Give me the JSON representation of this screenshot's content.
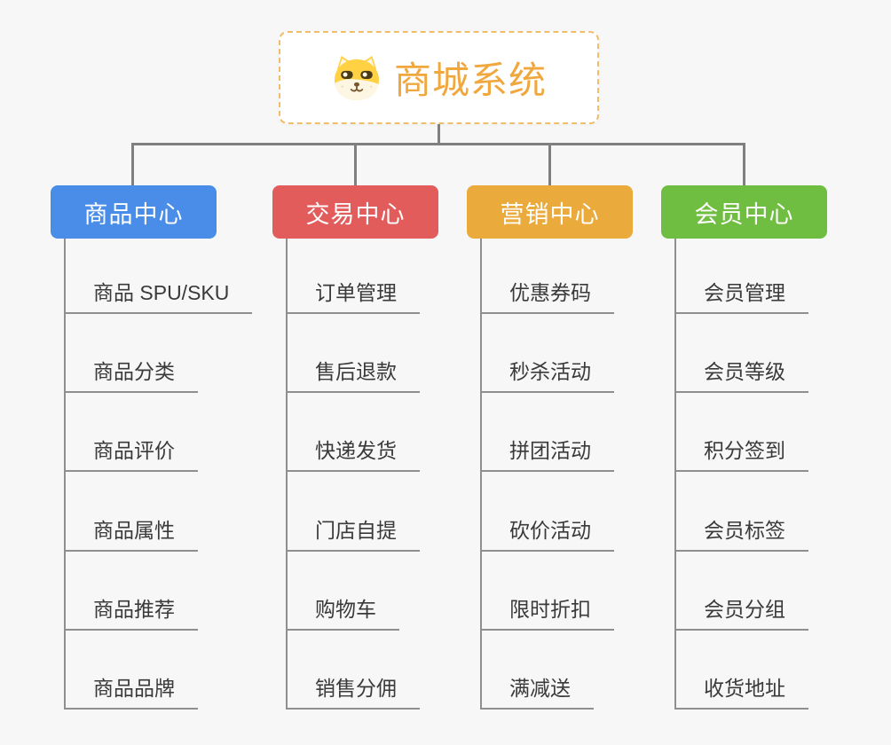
{
  "root": {
    "title": "商城系统",
    "icon": "shiba-dog-icon",
    "title_color": "#f0a73e",
    "border_color": "#f2bd6a"
  },
  "connector_color": "#7f7f7f",
  "underline_color": "#8f8f8f",
  "branches": [
    {
      "label": "商品中心",
      "color": "#4a8de8",
      "children": [
        "商品 SPU/SKU",
        "商品分类",
        "商品评价",
        "商品属性",
        "商品推荐",
        "商品品牌"
      ]
    },
    {
      "label": "交易中心",
      "color": "#e25c5c",
      "children": [
        "订单管理",
        "售后退款",
        "快递发货",
        "门店自提",
        "购物车",
        "销售分佣"
      ]
    },
    {
      "label": "营销中心",
      "color": "#eaaa3c",
      "children": [
        "优惠券码",
        "秒杀活动",
        "拼团活动",
        "砍价活动",
        "限时折扣",
        "满减送"
      ]
    },
    {
      "label": "会员中心",
      "color": "#70be41",
      "children": [
        "会员管理",
        "会员等级",
        "积分签到",
        "会员标签",
        "会员分组",
        "收货地址"
      ]
    }
  ]
}
